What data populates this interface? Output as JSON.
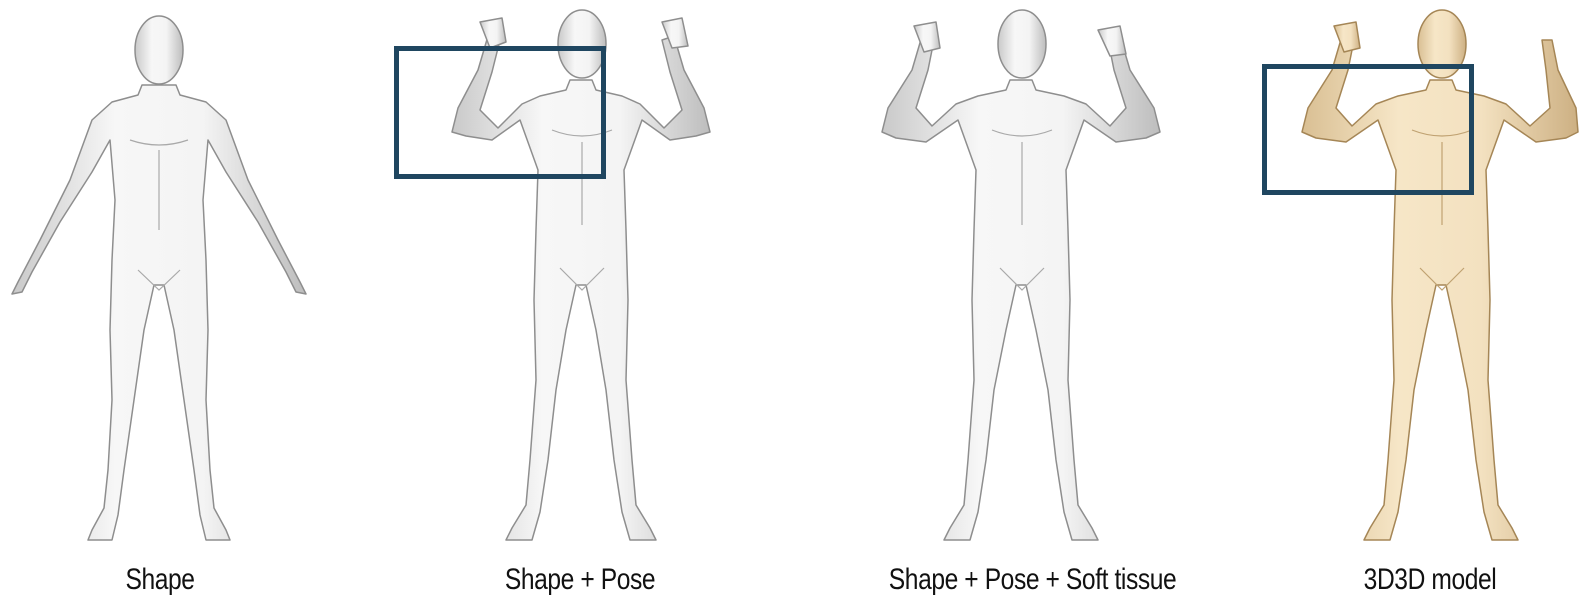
{
  "panels": [
    {
      "caption": "Shape"
    },
    {
      "caption": "Shape + Pose"
    },
    {
      "caption": "Shape + Pose + Soft tissue"
    },
    {
      "caption": "3D3D model"
    }
  ],
  "colors": {
    "mesh_grey": "#ececec",
    "mesh_grey_shade": "#9a9a9a",
    "mesh_skin": "#f0dcb8",
    "mesh_skin_shade": "#b89a6a",
    "box_stroke": "#1f4660"
  }
}
